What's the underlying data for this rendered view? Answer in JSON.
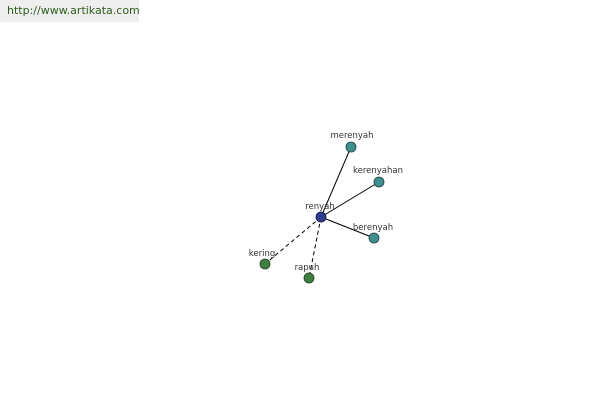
{
  "banner": {
    "url_text": "http://www.artikata.com"
  },
  "graph": {
    "center": {
      "id": "renyah",
      "label": "renyah",
      "color": "#2f3f8f"
    },
    "related": [
      {
        "id": "merenyah",
        "label": "merenyah",
        "relation": "derived",
        "color": "#3f8f8f"
      },
      {
        "id": "kerenyahan",
        "label": "kerenyahan",
        "relation": "derived",
        "color": "#3f8f8f"
      },
      {
        "id": "berenyah",
        "label": "berenyah",
        "relation": "derived",
        "color": "#3f8f8f"
      },
      {
        "id": "kering",
        "label": "kering",
        "relation": "synonym",
        "color": "#3f7f3f"
      },
      {
        "id": "rapuh",
        "label": "rapuh",
        "relation": "synonym",
        "color": "#3f7f3f"
      }
    ],
    "edge_styles": {
      "derived": "solid",
      "synonym": "dashed"
    }
  }
}
